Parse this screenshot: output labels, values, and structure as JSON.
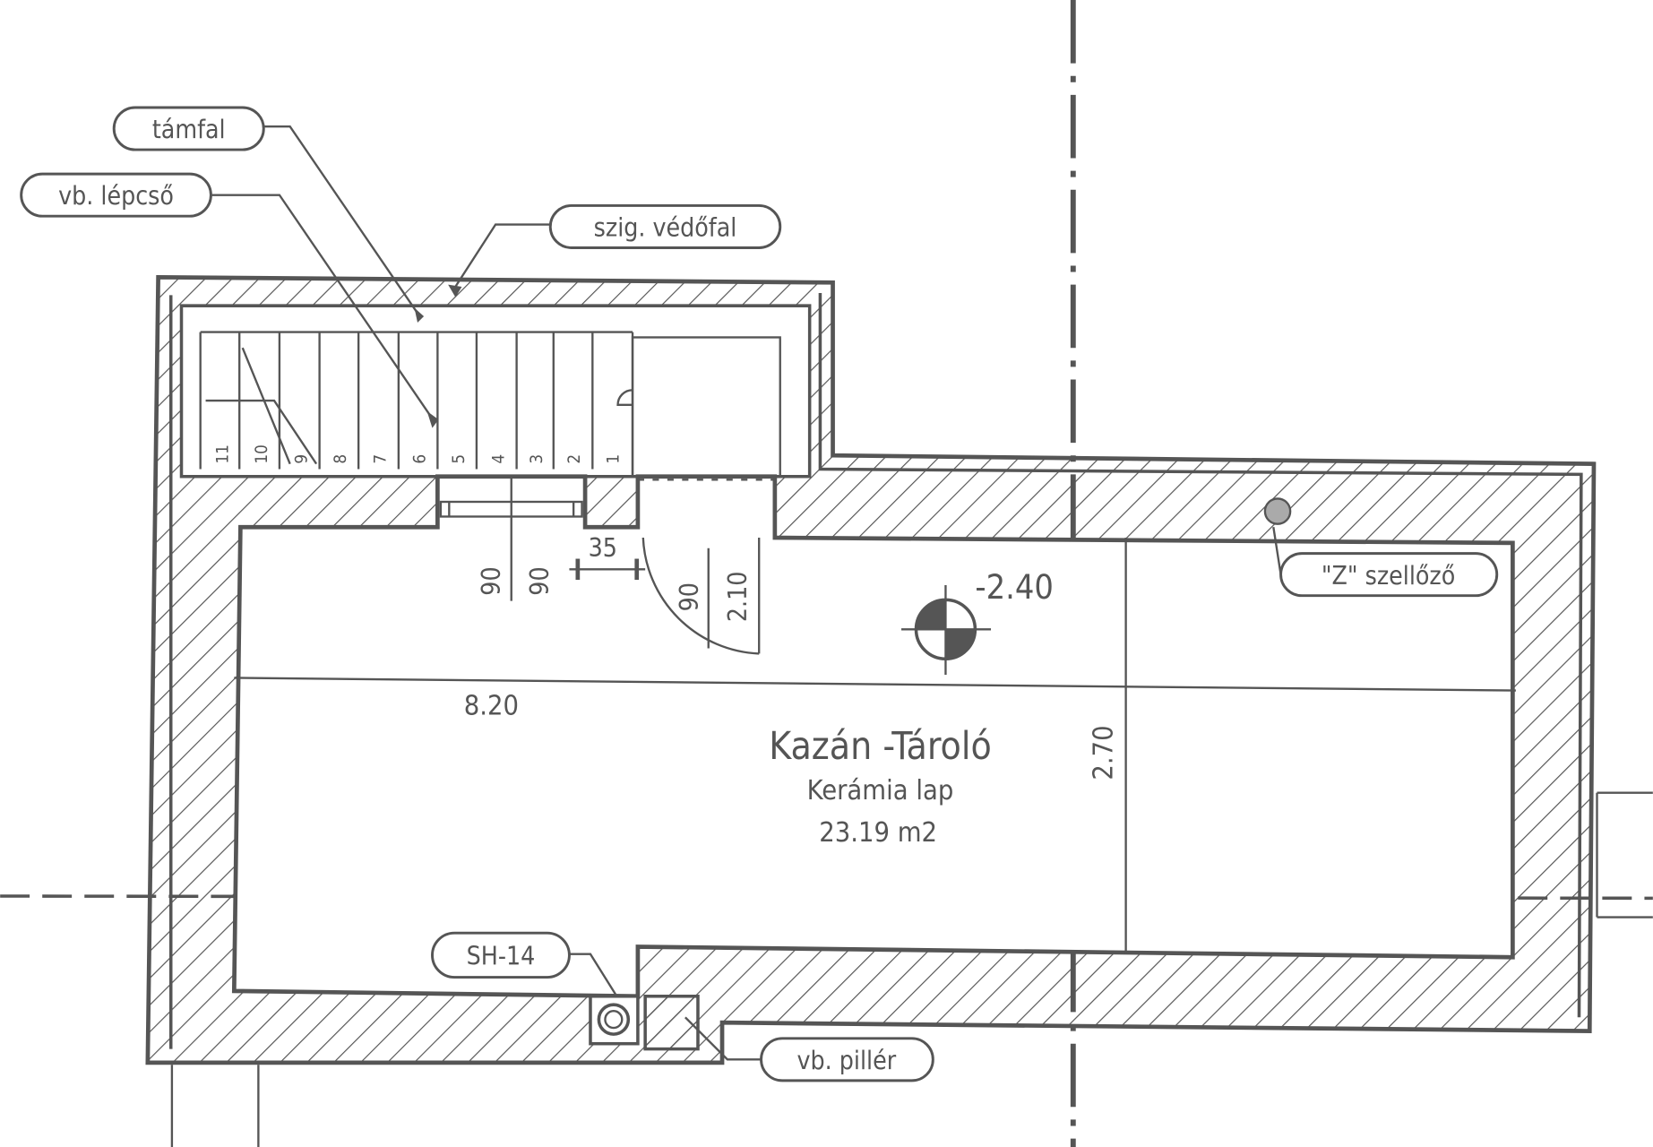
{
  "labels": {
    "retaining_wall": "támfal",
    "stairs": "vb. lépcső",
    "insulation_wall": "szig. védőfal",
    "ventilation": "\"Z\" szellőző",
    "chimney": "SH-14",
    "pillar": "vb. pillér"
  },
  "room": {
    "name": "Kazán -Tároló",
    "floor": "Kerámia lap",
    "area": "23.19 m2",
    "level": "-2.40"
  },
  "dimensions": {
    "length": "8.20",
    "width": "2.70",
    "window_w": "90",
    "window_h": "90",
    "pier": "35",
    "door_w": "90",
    "door_h": "2.10"
  },
  "stair_steps": [
    "11",
    "10",
    "9",
    "8",
    "7",
    "6",
    "5",
    "4",
    "3",
    "2",
    "1"
  ],
  "colors": {
    "ink": "#555555",
    "paper": "#ffffff"
  }
}
